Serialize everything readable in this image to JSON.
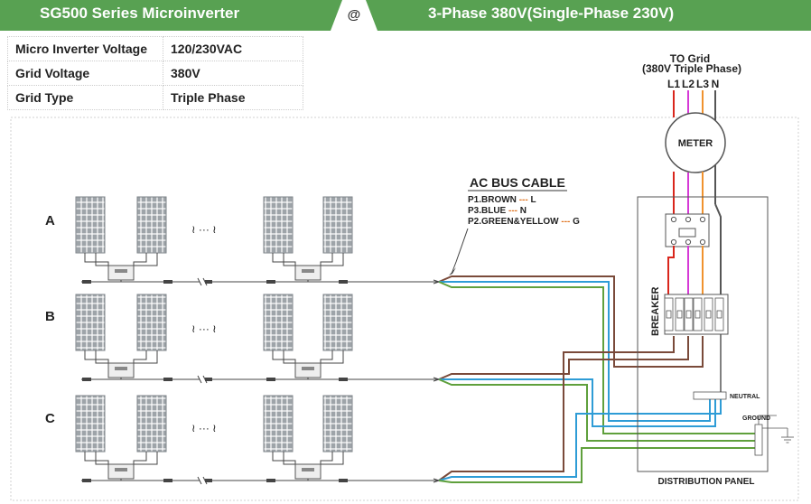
{
  "header": {
    "title_left": "SG500 Series Microinverter",
    "separator": "@",
    "title_right": "3-Phase 380V(Single-Phase 230V)"
  },
  "specs": [
    {
      "label": "Micro Inverter Voltage",
      "value": "120/230VAC"
    },
    {
      "label": "Grid  Voltage",
      "value": "380V"
    },
    {
      "label": "Grid Type",
      "value": "Triple Phase"
    }
  ],
  "rows": [
    "A",
    "B",
    "C"
  ],
  "ellipsis": "≀ ··· ≀",
  "cable": {
    "title": "AC BUS CABLE",
    "lines": [
      {
        "text": "P1.BROWN",
        "dash": "---",
        "code": "L"
      },
      {
        "text": "P3.BLUE",
        "dash": "---",
        "code": "N"
      },
      {
        "text": "P2.GREEN&YELLOW",
        "dash": "---",
        "code": "G"
      }
    ]
  },
  "grid": {
    "title": "TO Grid",
    "subtitle": "(380V Triple Phase)",
    "phases": [
      "L1",
      "L2",
      "L3",
      "N"
    ]
  },
  "meter_label": "METER",
  "breaker_label": "BREAKER",
  "neutral_label": "NEUTRAL",
  "ground_label": "GROUND",
  "panel_label": "DISTRIBUTION PANEL",
  "colors": {
    "header": "#58a152",
    "brown": "#7a4a3a",
    "blue": "#2e9cd6",
    "green": "#5fa03c",
    "red": "#d9261c",
    "magenta": "#d63ad6",
    "orange": "#f0922e",
    "gray": "#555555"
  }
}
